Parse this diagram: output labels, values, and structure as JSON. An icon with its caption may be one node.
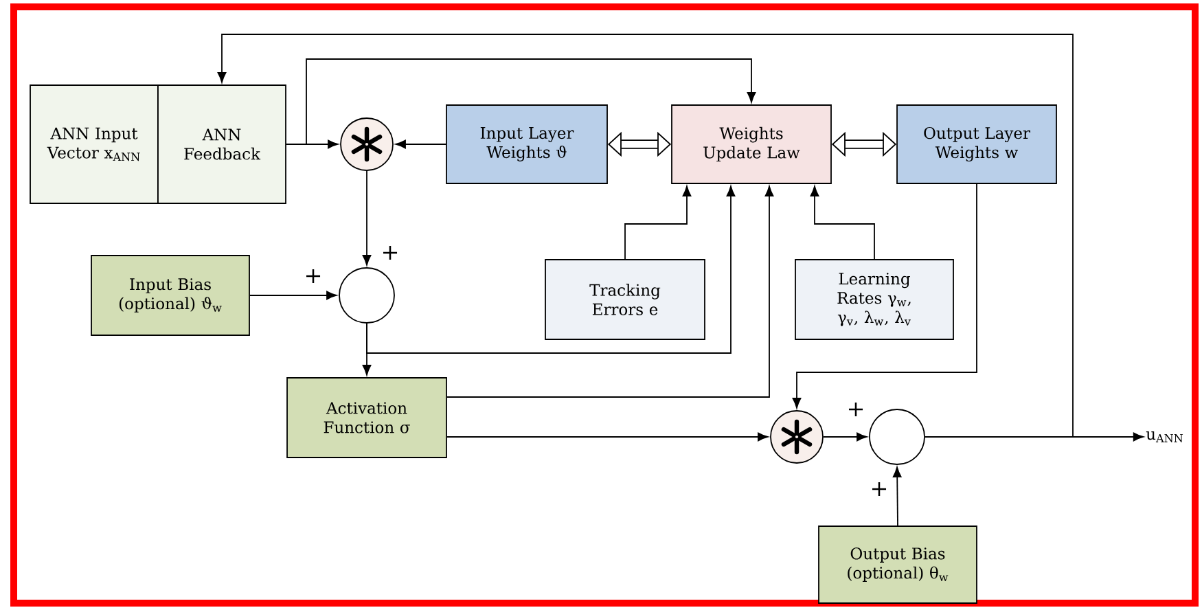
{
  "diagram": {
    "nodes": [
      {
        "text": [
          "ANN Input Vector x$_{ANN}$"
        ]
      },
      {
        "text": [
          "ANN Feedback"
        ]
      },
      {
        "text": [],
        "shape": "circle"
      },
      {
        "text": [
          "Input Layer Weights ϑ"
        ]
      },
      {
        "text": [
          "Weights Update Law"
        ]
      },
      {
        "text": [
          "Output Layer Weights w"
        ]
      },
      {
        "text": [],
        "shape": "circle"
      },
      {
        "text": [
          "Input Bias (optional) ϑ$_{w}$"
        ]
      },
      {
        "text": [
          "Tracking Errors e"
        ]
      },
      {
        "text": [
          "Learning Rates γ$_{w}$, γ$_{v}$, λ$_{w}$, λ$_{v}$"
        ]
      },
      {
        "text": [
          "Activation Function σ"
        ]
      },
      {
        "text": [],
        "shape": "circle"
      },
      {
        "text": [],
        "shape": "circle"
      },
      {
        "text": [
          "u$_{ANN}$"
        ]
      },
      {
        "text": [
          "Output Bias (optional) θ$_{w}$"
        ]
      }
    ],
    "edges": [
      {
        "from": 12,
        "to": 13,
        "arrow": "to"
      },
      {
        "from": 12,
        "to": 1,
        "arrow": "to"
      },
      {
        "from": 1,
        "to": 2,
        "arrow": "to"
      },
      {
        "from": 1,
        "to": 4,
        "arrow": "to"
      },
      {
        "from": 3,
        "to": 2,
        "arrow": "to"
      },
      {
        "from": 3,
        "to": 4,
        "arrow": "both",
        "style": "thick"
      },
      {
        "from": 4,
        "to": 5,
        "arrow": "both",
        "style": "thick"
      },
      {
        "from": 2,
        "to": 6,
        "arrow": "to"
      },
      {
        "from": 7,
        "to": 6,
        "arrow": "to"
      },
      {
        "from": 6,
        "to": 10,
        "arrow": "to"
      },
      {
        "from": 6,
        "to": 4,
        "arrow": "to"
      },
      {
        "from": 8,
        "to": 4,
        "arrow": "to"
      },
      {
        "from": 9,
        "to": 4,
        "arrow": "to"
      },
      {
        "from": 10,
        "to": 4,
        "arrow": "to"
      },
      {
        "from": 10,
        "to": 11,
        "arrow": "to"
      },
      {
        "from": 5,
        "to": 11,
        "arrow": "to"
      },
      {
        "from": 11,
        "to": 12,
        "arrow": "to"
      },
      {
        "from": 14,
        "to": 12,
        "arrow": "to"
      }
    ],
    "labels": [
      "+",
      "+",
      "+",
      "+"
    ]
  }
}
